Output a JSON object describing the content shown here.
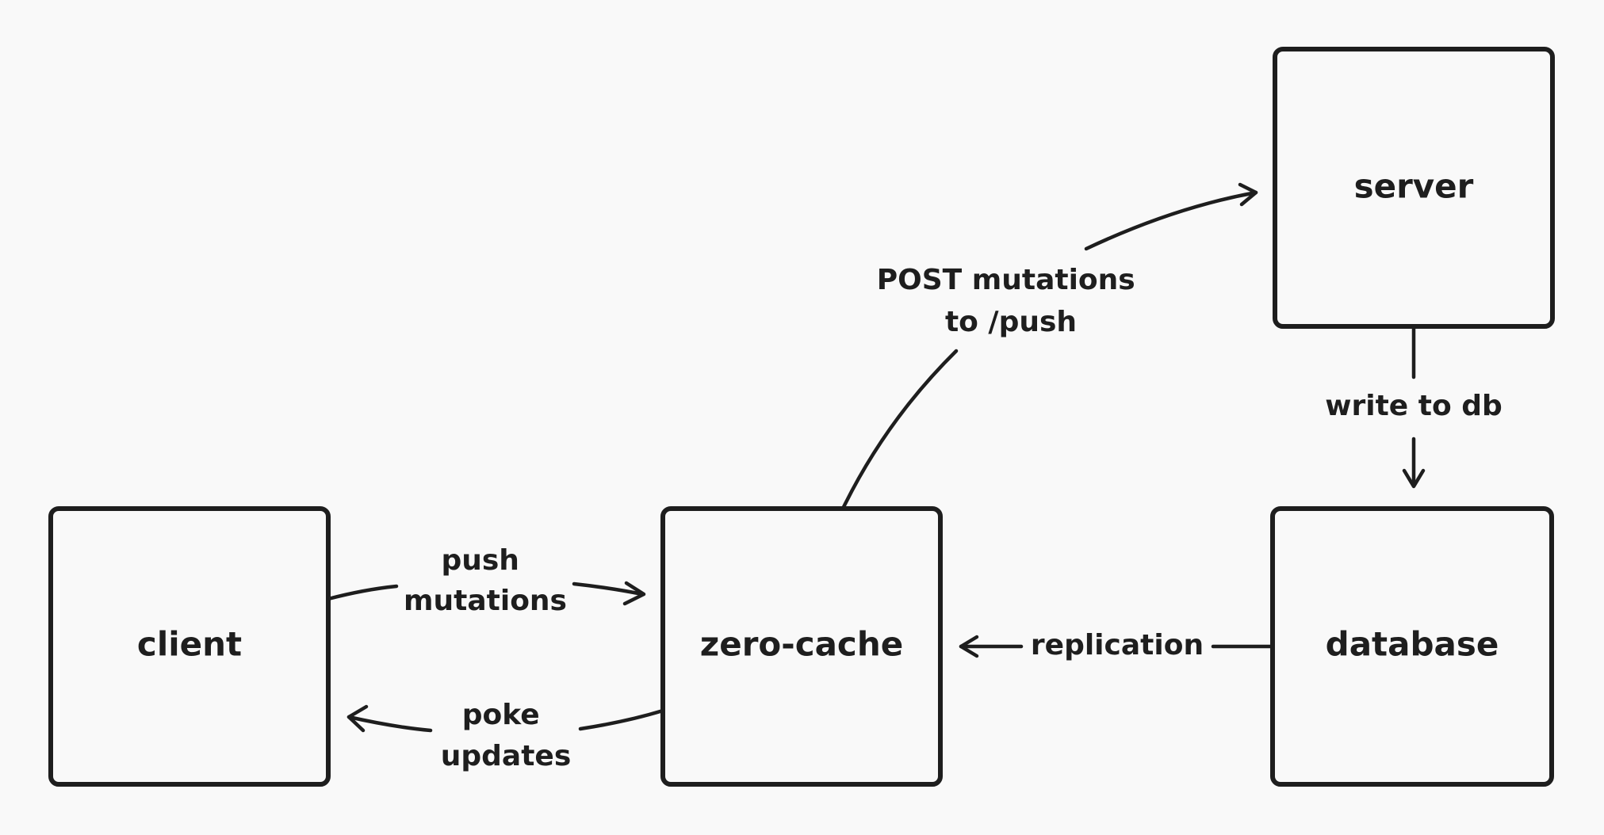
{
  "nodes": {
    "client": "client",
    "zero_cache": "zero-cache",
    "server": "server",
    "database": "database"
  },
  "edges": {
    "push_mutations": [
      "push",
      "mutations"
    ],
    "poke_updates": [
      "poke",
      "updates"
    ],
    "post_mutations": [
      "POST mutations",
      "to /push"
    ],
    "write_to_db": "write to db",
    "replication": "replication"
  },
  "colors": {
    "background": "#f9f9f9",
    "stroke": "#1e1e1e"
  }
}
